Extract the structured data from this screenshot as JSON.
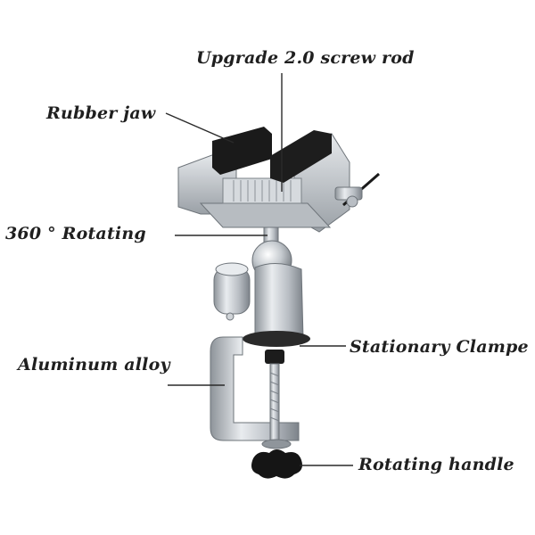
{
  "callouts": {
    "screw_rod": "Upgrade 2.0 screw rod",
    "rubber_jaw": "Rubber jaw",
    "rotating_360": "360 °  Rotating",
    "aluminum_alloy": "Aluminum alloy",
    "stationary_clamp": "Stationary Clampe",
    "rotating_handle": "Rotating handle"
  },
  "colors": {
    "text": "#1f1f1f",
    "leader": "#2a2a2a",
    "metal": "#c9cdd2",
    "rubber": "#1a1a1a"
  }
}
